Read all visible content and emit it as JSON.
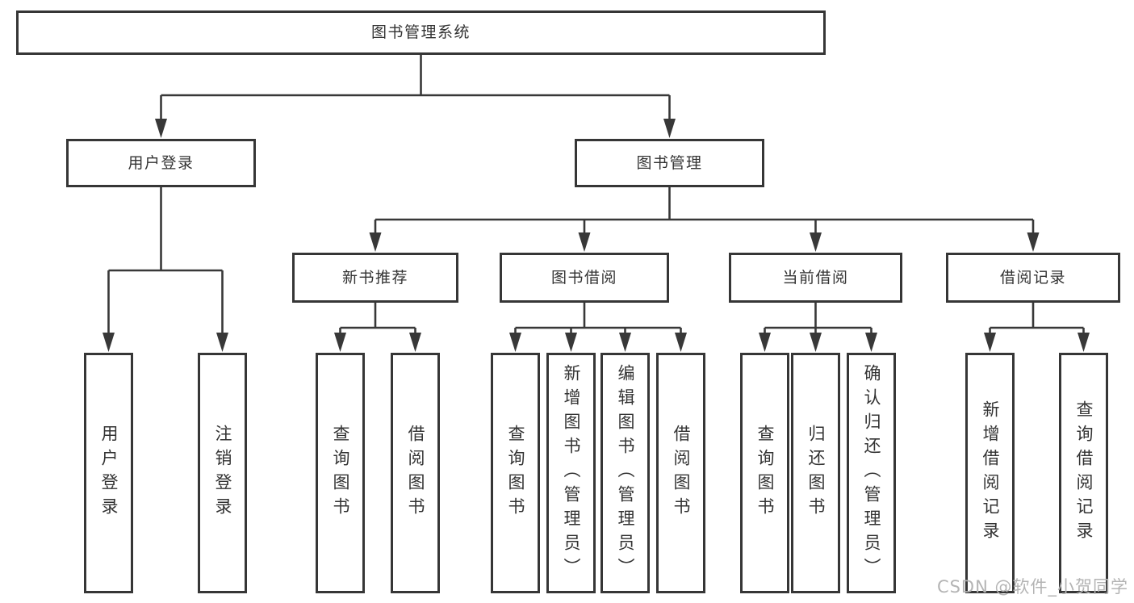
{
  "tree": {
    "label": "图书管理系统",
    "children": [
      {
        "label": "用户登录",
        "children": [
          {
            "label": "用户登录"
          },
          {
            "label": "注销登录"
          }
        ]
      },
      {
        "label": "图书管理",
        "children": [
          {
            "label": "新书推荐",
            "children": [
              {
                "label": "查询图书"
              },
              {
                "label": "借阅图书"
              }
            ]
          },
          {
            "label": "图书借阅",
            "children": [
              {
                "label": "查询图书"
              },
              {
                "label": "新增图书（管理员）"
              },
              {
                "label": "编辑图书（管理员）"
              },
              {
                "label": "借阅图书"
              }
            ]
          },
          {
            "label": "当前借阅",
            "children": [
              {
                "label": "查询图书"
              },
              {
                "label": "归还图书"
              },
              {
                "label": "确认归还（管理员）"
              }
            ]
          },
          {
            "label": "借阅记录",
            "children": [
              {
                "label": "新增借阅记录"
              },
              {
                "label": "查询借阅记录"
              }
            ]
          }
        ]
      }
    ]
  },
  "watermark": {
    "text": "CSDN @软件_小贺同学"
  },
  "colors": {
    "line": "#383838",
    "box_border": "#363636",
    "text": "#333333",
    "watermark": "#b4b4b4",
    "background": "#ffffff"
  }
}
